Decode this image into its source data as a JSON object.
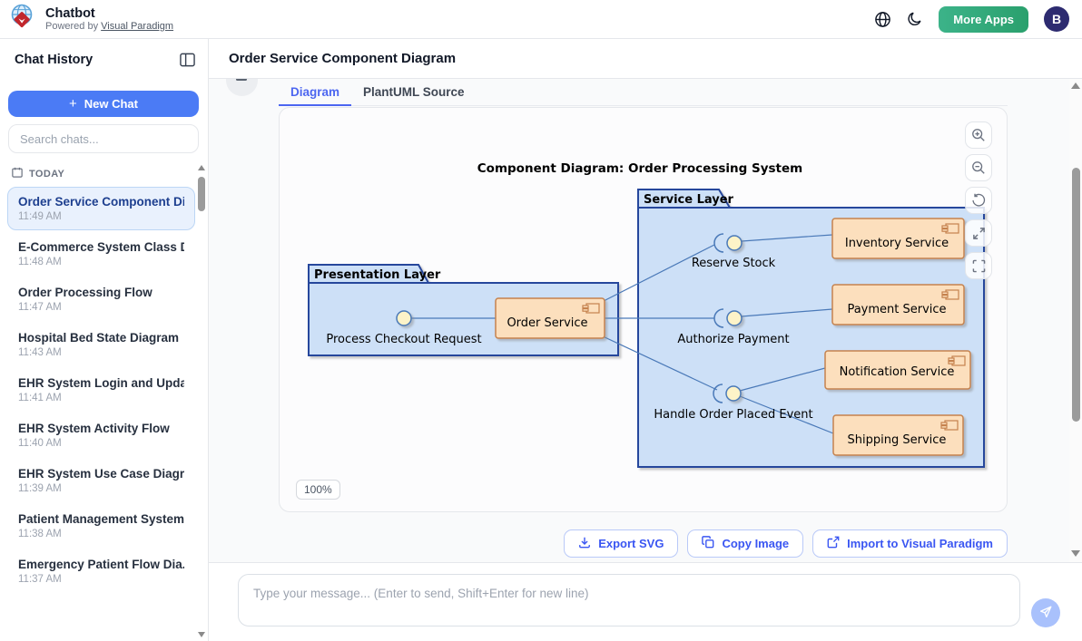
{
  "header": {
    "app_title": "Chatbot",
    "powered_prefix": "Powered by",
    "powered_link": "Visual Paradigm",
    "more_apps_label": "More Apps",
    "avatar_letter": "B"
  },
  "sidebar": {
    "title": "Chat History",
    "new_chat_label": "New Chat",
    "new_chat_plus": "+",
    "search_placeholder": "Search chats...",
    "section_label": "TODAY",
    "items": [
      {
        "title": "Order Service Component Di...",
        "time": "11:49 AM",
        "active": true
      },
      {
        "title": "E-Commerce System Class Di...",
        "time": "11:48 AM",
        "active": false
      },
      {
        "title": "Order Processing Flow",
        "time": "11:47 AM",
        "active": false
      },
      {
        "title": "Hospital Bed State Diagram",
        "time": "11:43 AM",
        "active": false
      },
      {
        "title": "EHR System Login and Upda...",
        "time": "11:41 AM",
        "active": false
      },
      {
        "title": "EHR System Activity Flow",
        "time": "11:40 AM",
        "active": false
      },
      {
        "title": "EHR System Use Case Diagram",
        "time": "11:39 AM",
        "active": false
      },
      {
        "title": "Patient Management System...",
        "time": "11:38 AM",
        "active": false
      },
      {
        "title": "Emergency Patient Flow Dia...",
        "time": "11:37 AM",
        "active": false
      }
    ]
  },
  "main": {
    "title": "Order Service Component Diagram",
    "tabs": [
      {
        "label": "Diagram",
        "active": true
      },
      {
        "label": "PlantUML Source",
        "active": false
      }
    ],
    "zoom_badge": "100%",
    "actions": [
      {
        "label": "Export SVG"
      },
      {
        "label": "Copy Image"
      },
      {
        "label": "Import to Visual Paradigm"
      }
    ],
    "input_placeholder": "Type your message... (Enter to send, Shift+Enter for new line)"
  },
  "diagram": {
    "title": "Component Diagram: Order Processing System",
    "packages": {
      "presentation": "Presentation Layer",
      "service": "Service Layer"
    },
    "components": {
      "order": "Order Service",
      "inventory": "Inventory Service",
      "payment": "Payment Service",
      "notification": "Notification Service",
      "shipping": "Shipping Service"
    },
    "interfaces": {
      "checkout": "Process Checkout Request",
      "reserve": "Reserve Stock",
      "authorize": "Authorize Payment",
      "handle": "Handle Order Placed Event"
    },
    "colors": {
      "package_fill": "#cde0f7",
      "package_border": "#28479c",
      "component_fill": "#fcdfbd",
      "component_border": "#c5824e",
      "interface_fill": "#fdf3c8",
      "line": "#4a79b8"
    }
  }
}
